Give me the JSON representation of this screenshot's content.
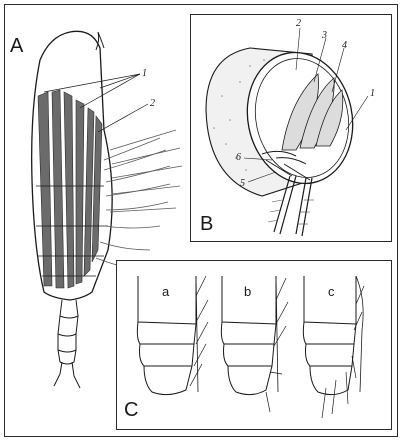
{
  "panels": {
    "a": {
      "label": "A",
      "callouts": [
        "1",
        "2"
      ]
    },
    "b": {
      "label": "B",
      "callouts": [
        "1",
        "2",
        "3",
        "4",
        "5",
        "6"
      ]
    },
    "c": {
      "label": "C",
      "subpanels": [
        "a",
        "b",
        "c"
      ]
    }
  },
  "colors": {
    "ink": "#1a1a1a",
    "frame": "#2a2a2a",
    "muscle": "#6b6b6b",
    "background": "#ffffff"
  }
}
